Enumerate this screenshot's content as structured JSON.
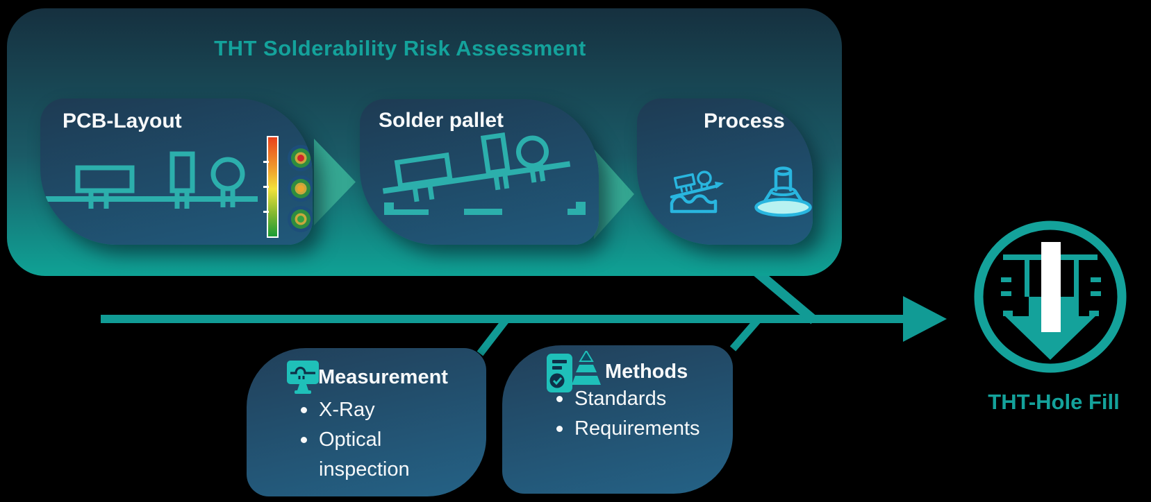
{
  "panel": {
    "title": "THT Solderability Risk Assessment",
    "boxes": [
      {
        "title": "PCB-Layout",
        "icon": "pcb-components-risk-scale-icon"
      },
      {
        "title": "Solder pallet",
        "icon": "tilted-board-on-pallet-icon"
      },
      {
        "title": "Process",
        "icon": "wave-solder-and-nozzle-icons"
      }
    ]
  },
  "detail_boxes": [
    {
      "title": "Measurement",
      "icon": "monitor-waveform-icon",
      "items": [
        "X-Ray",
        "Optical inspection"
      ]
    },
    {
      "title": "Methods",
      "icon": "checklist-pyramid-icon",
      "items": [
        "Standards",
        "Requirements"
      ]
    }
  ],
  "result": {
    "label": "THT-Hole Fill",
    "icon": "through-hole-fill-arrow-icon"
  },
  "colors": {
    "bg": "#000000",
    "panel-top": "#16303F",
    "panel-mid": "#1A5A66",
    "panel-bottom": "#0FA295",
    "box-top": "#1E3B53",
    "box-bot": "#20597B",
    "box2-top": "#21405A",
    "box2-bot": "#246286",
    "teal-text": "#14A29B",
    "white-text": "#F7F9FA",
    "line": "#119B95",
    "chevron": "#35A792",
    "icon-teal": "#2CAFAC",
    "icon-cyan": "#29B6DF",
    "cyan-fill": "#B8F2F1",
    "icon-fill": "#1FC0B9",
    "icon-dark": "#0E3148",
    "risk-red": "#E8401C",
    "risk-orange": "#F0A72E",
    "risk-yellow": "#F2E23A",
    "risk-green": "#169A35",
    "pad-blue": "#1D4E7A",
    "pad-green": "#2E8C3F",
    "pad-gold": "#C9A73E",
    "pad-red": "#D0262B",
    "pad-orange": "#E8A62E",
    "pad-center-green": "#37A23F",
    "trace": "#2E7A52"
  }
}
